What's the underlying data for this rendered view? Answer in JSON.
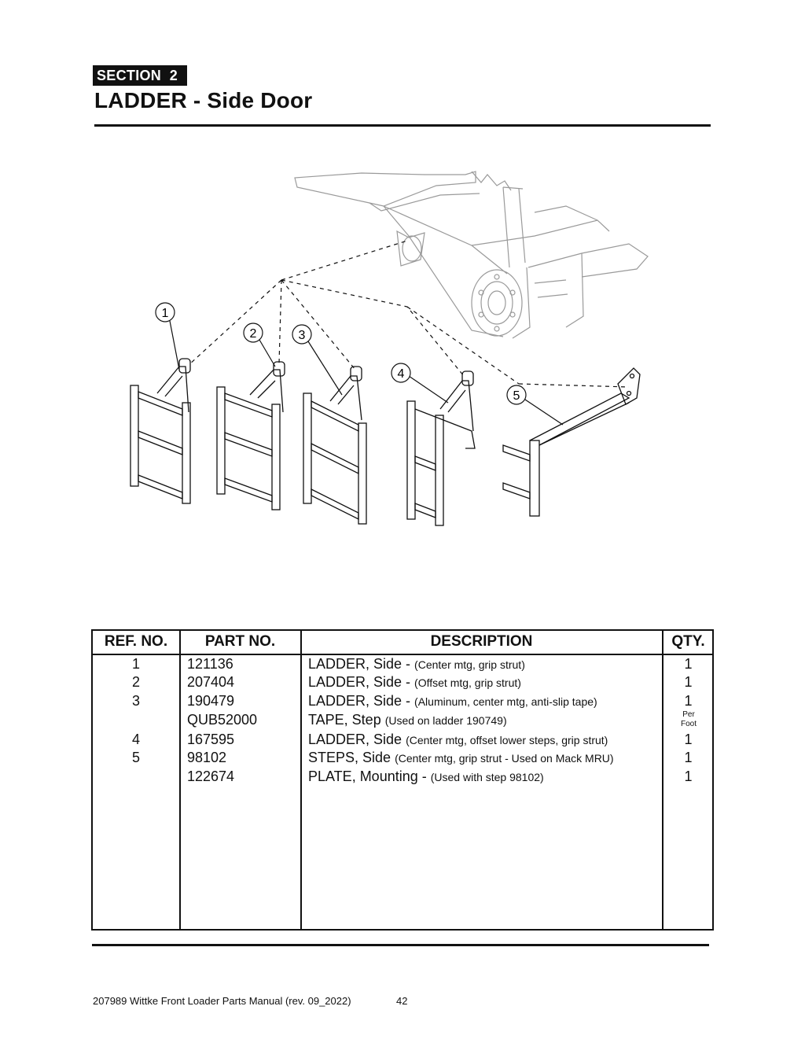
{
  "header": {
    "section_label": "SECTION  2",
    "title": "LADDER - Side Door"
  },
  "diagram": {
    "callouts": [
      "1",
      "2",
      "3",
      "4",
      "5"
    ]
  },
  "table": {
    "headers": [
      "REF. NO.",
      "PART NO.",
      "DESCRIPTION",
      "QTY."
    ],
    "rows": [
      {
        "ref": "1",
        "part": "121136",
        "desc": "LADDER, Side - ",
        "note": "(Center mtg, grip strut)",
        "qty": "1"
      },
      {
        "ref": "2",
        "part": "207404",
        "desc": "LADDER, Side - ",
        "note": "(Offset mtg, grip strut)",
        "qty": "1"
      },
      {
        "ref": "3",
        "part": "190479",
        "desc": "LADDER, Side - ",
        "note": "(Aluminum, center mtg, anti-slip tape)",
        "qty": "1"
      },
      {
        "ref": "",
        "part": "QUB52000",
        "desc": "TAPE, Step ",
        "note": "(Used on ladder 190749)",
        "qty": "Per Foot"
      },
      {
        "ref": "4",
        "part": "167595",
        "desc": "LADDER, Side ",
        "note": "(Center mtg, offset lower steps, grip strut)",
        "qty": "1"
      },
      {
        "ref": "5",
        "part": "98102",
        "desc": "STEPS, Side ",
        "note": "(Center mtg, grip strut - Used on Mack MRU)",
        "qty": "1"
      },
      {
        "ref": "",
        "part": "122674",
        "desc": "PLATE, Mounting - ",
        "note": "(Used with step 98102)",
        "qty": "1"
      }
    ]
  },
  "footer": {
    "text": "207989 Wittke Front Loader Parts Manual (rev. 09_2022)",
    "page": "42"
  }
}
